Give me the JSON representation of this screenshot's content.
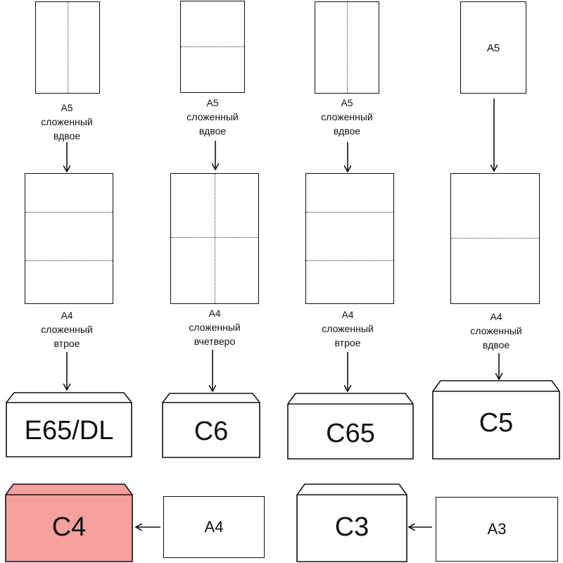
{
  "columns": [
    {
      "top_sheet": {
        "label": "",
        "fold": "vertical"
      },
      "top_caption": [
        "A5",
        "сложенный",
        "вдвое"
      ],
      "middle_sheet": {
        "fold": "thirds"
      },
      "middle_caption": [
        "A4",
        "сложенный",
        "втрое"
      ],
      "envelope": "E65/DL"
    },
    {
      "top_sheet": {
        "label": "",
        "fold": "horizontal"
      },
      "top_caption": [
        "A5",
        "сложенный",
        "вдвое"
      ],
      "middle_sheet": {
        "fold": "quarters"
      },
      "middle_caption": [
        "A4",
        "сложенный",
        "вчетверо"
      ],
      "envelope": "C6"
    },
    {
      "top_sheet": {
        "label": "",
        "fold": "vertical"
      },
      "top_caption": [
        "A5",
        "сложенный",
        "вдвое"
      ],
      "middle_sheet": {
        "fold": "thirds"
      },
      "middle_caption": [
        "A4",
        "сложенный",
        "втрое"
      ],
      "envelope": "C65"
    },
    {
      "top_sheet": {
        "label": "A5",
        "fold": "none"
      },
      "top_caption": [],
      "middle_sheet": {
        "fold": "half"
      },
      "middle_caption": [
        "A4",
        "сложенный",
        "вдвое"
      ],
      "envelope": "C5"
    }
  ],
  "bottom_row": [
    {
      "envelope": "C4",
      "source_sheet": "A4",
      "envelope_color": "#f4a09c"
    },
    {
      "envelope": "C3",
      "source_sheet": "A3",
      "envelope_color": "#ffffff"
    }
  ]
}
